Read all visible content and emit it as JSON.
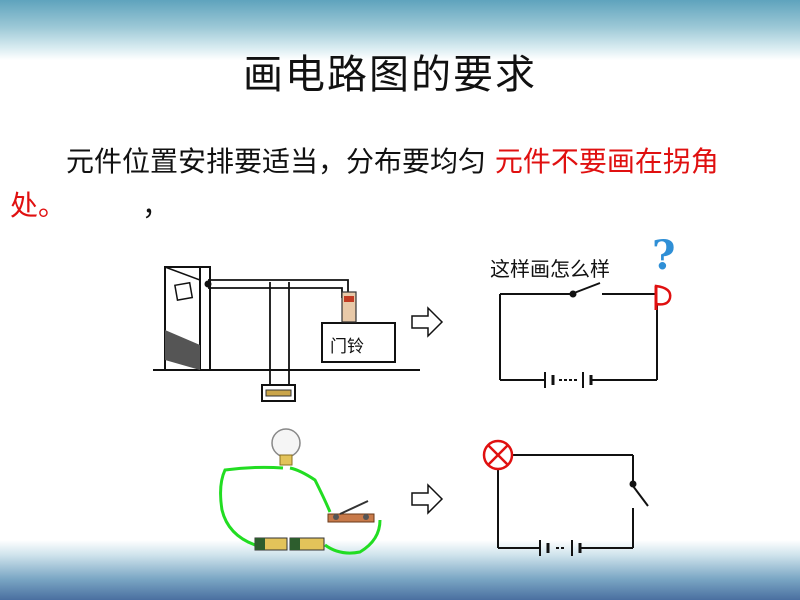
{
  "title": "画电路图的要求",
  "paragraph": {
    "black": "元件位置安排要适当，分布要均匀 ",
    "red": "元件不要画在拐角处。",
    "comma": "，"
  },
  "question": "这样画怎么样",
  "question_mark": "?",
  "bell_label": "门铃",
  "colors": {
    "text": "#111111",
    "highlight": "#e01010",
    "wire_green": "#22dd22",
    "question_mark": "#2f8fd6"
  }
}
